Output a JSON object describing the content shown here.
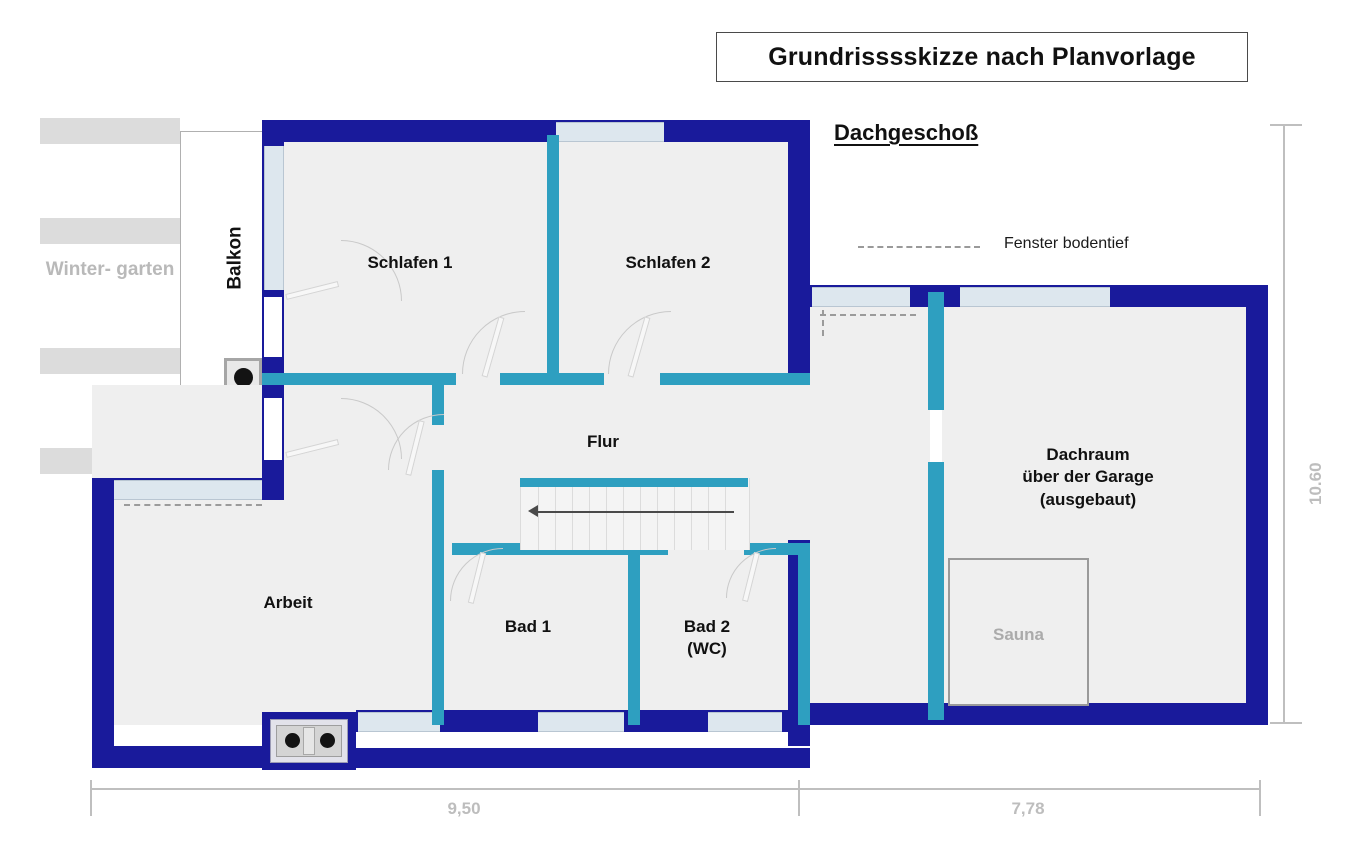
{
  "title": "Grundrisssskizze nach Planvorlage",
  "floor_label": "Dachgeschoß",
  "legend": {
    "dash_label": "Fenster bodentief"
  },
  "rooms": [
    {
      "name": "Schlafen 1",
      "label": "Schlafen 1"
    },
    {
      "name": "Schlafen 2",
      "label": "Schlafen 2"
    },
    {
      "name": "Flur",
      "label": "Flur"
    },
    {
      "name": "Arbeit",
      "label": "Arbeit"
    },
    {
      "name": "Bad 1",
      "label": "Bad 1"
    },
    {
      "name": "Bad 2",
      "label": "Bad 2\n(WC)"
    },
    {
      "name": "Dachraum",
      "label": "Dachraum\nüber der Garage\n(ausgebaut)"
    }
  ],
  "annotations": {
    "wintergarten": "Winter-\ngarten",
    "balkon": "Balkon",
    "sauna": "Sauna"
  },
  "dimensions": {
    "bottom_left": "9,50",
    "bottom_right": "7,78",
    "right_vertical": "10.60"
  },
  "colors": {
    "exterior_wall": "#191a9b",
    "interior_wall": "#2e9fc0",
    "room_fill": "#efefef",
    "window": "#dde7ee",
    "faded_text": "#b9b9b9",
    "dimension_text": "#bdbdbd"
  }
}
